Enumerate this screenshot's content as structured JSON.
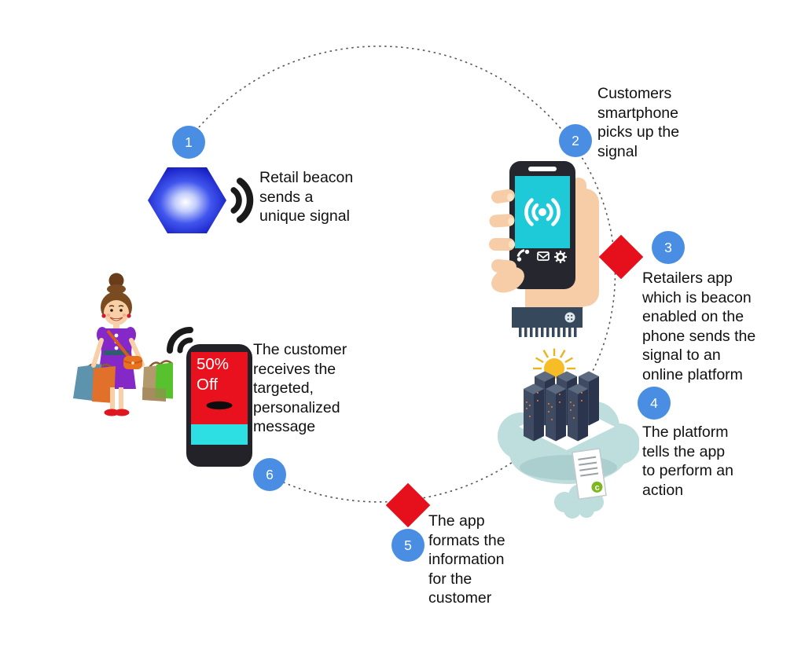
{
  "diagram": {
    "steps": [
      {
        "number": "1",
        "text": "Retail beacon\nsends a\nunique signal",
        "icon": "beacon-hexagon-icon"
      },
      {
        "number": "2",
        "text": "Customers\nsmartphone\npicks up the\nsignal",
        "icon": "hand-smartphone-icon"
      },
      {
        "number": "3",
        "text": "Retailers app\nwhich is beacon\nenabled on the\nphone sends the\nsignal to an\nonline platform",
        "icon": "red-diamond-icon"
      },
      {
        "number": "4",
        "text": "The platform\ntells the app\nto perform an\naction",
        "icon": "cloud-server-platform-icon"
      },
      {
        "number": "5",
        "text": "The app\nformats the\ninformation\nfor the\ncustomer",
        "icon": "red-diamond-icon"
      },
      {
        "number": "6",
        "text": "The customer\nreceives the\ntargeted,\npersonalized\nmessage",
        "icon": "shopper-offer-phone-icon"
      }
    ],
    "offer_phone": {
      "line1": "50%",
      "line2": "Off"
    },
    "document_logo": "c",
    "icons": {
      "beacon_signal": "signal-waves-icon",
      "phone_screen": "wifi-signal-icon",
      "phone_toolbar": "phone-mail-gear-icons",
      "platform_sun": "sun-icon",
      "platform_doc": "document-icon",
      "flow": "dotted-circle-path"
    },
    "colors": {
      "badge_blue": "#4a8ee4",
      "diamond_red": "#e6101c",
      "beacon_blue": "#1b24c8",
      "screen_cyan": "#1ec9d8",
      "offer_red": "#e8111d",
      "offer_band_cyan": "#2ddfe2",
      "cloud_teal": "#bedddd",
      "server_navy": "#3f4b62",
      "sun_yellow": "#f7bd26",
      "dress_purple": "#8429c8"
    }
  }
}
